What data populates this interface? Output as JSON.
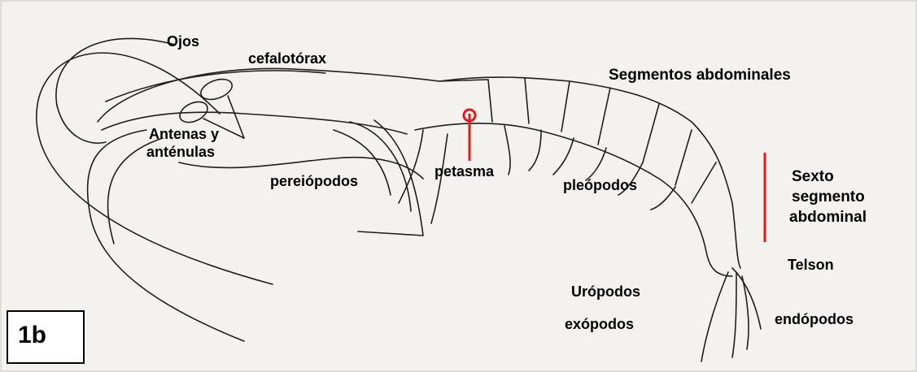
{
  "figure_id": "1b",
  "labels": {
    "ojos": "Ojos",
    "cefalotorax": "cefalotórax",
    "segmentos_abdominales": "Segmentos abdominales",
    "antenas_line1": "Antenas y",
    "antenas_line2": "anténulas",
    "pereiopodos": "pereiópodos",
    "petasma": "petasma",
    "pleopodos": "pleópodos",
    "sexto_line1": "Sexto",
    "sexto_line2": "segmento",
    "sexto_line3": "abdominal",
    "telson": "Telson",
    "uropodos": "Urópodos",
    "exopodos": "exópodos",
    "endopodos": "endópodos"
  },
  "colors": {
    "background": "#f4f2ee",
    "ink": "#1f1f1f",
    "marker": "#e01b1b"
  }
}
